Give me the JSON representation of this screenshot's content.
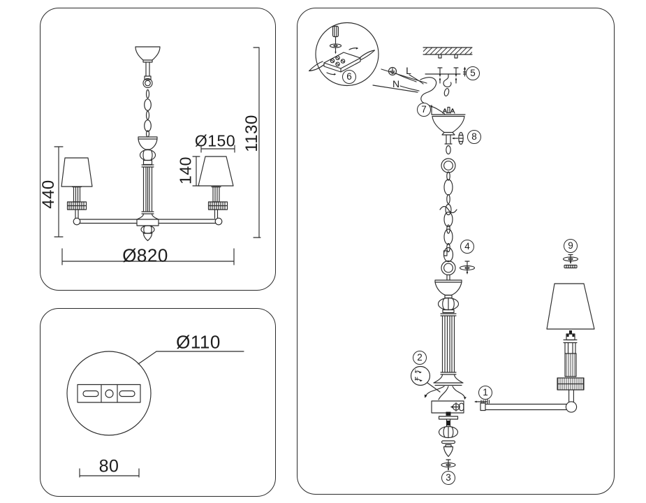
{
  "dims_panel": {
    "height_total": "1130",
    "fixture_height": "440",
    "shade_diameter": "Ø150",
    "shade_height": "140",
    "fixture_diameter": "Ø820"
  },
  "mount_panel": {
    "canopy_diameter": "Ø110",
    "hole_spacing": "80"
  },
  "assembly_panel": {
    "steps": {
      "s1": "1",
      "s2": "2",
      "s3": "3",
      "s4": "4",
      "s5": "5",
      "s6": "6",
      "s7": "7",
      "s8": "8",
      "s9": "9"
    },
    "wiring": {
      "line": "L",
      "neutral": "N"
    },
    "wiring_detail": {
      "line": "L",
      "neutral": "N"
    }
  }
}
